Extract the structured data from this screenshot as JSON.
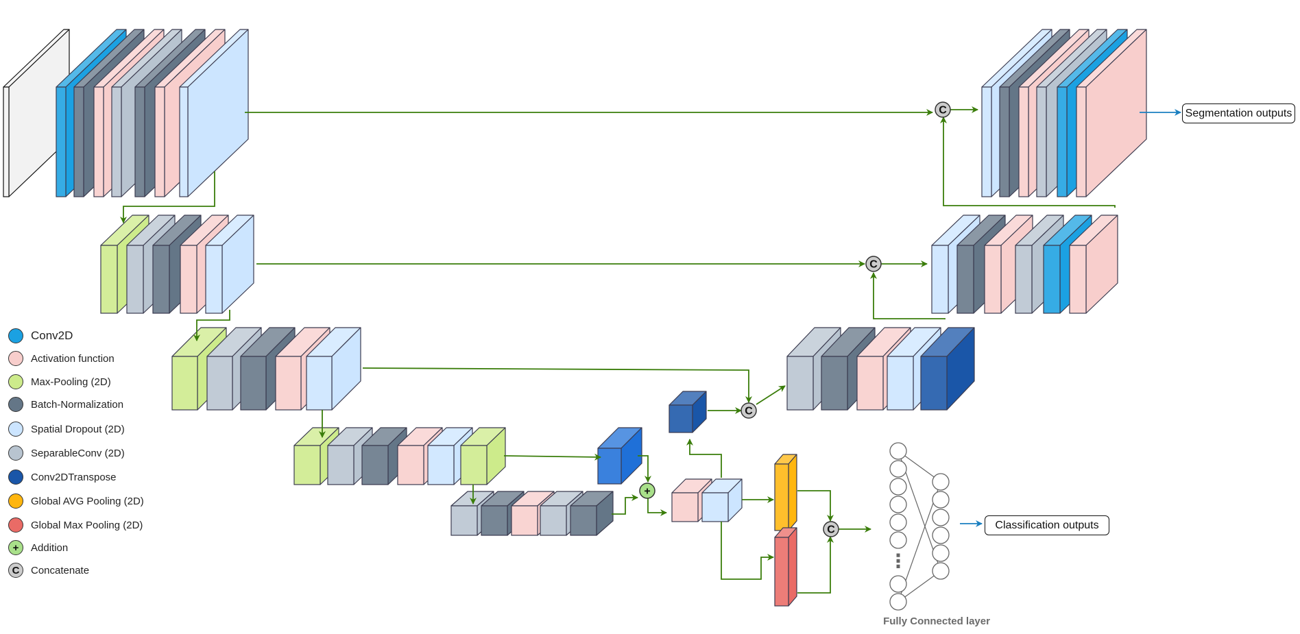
{
  "colors": {
    "conv2d": "#1ba1e2",
    "activation": "#f8cecc",
    "maxpool": "#cdeb8b",
    "batchnorm": "#647687",
    "dropout": "#cce5ff",
    "sepconv": "#b8c4d0",
    "conv2dtranspose": "#1a56a8",
    "avgpool": "#ffb60f",
    "maxpool_global": "#ea6b66",
    "addition": "#a9e08a",
    "concatenate": "#cccccc",
    "arrow_green": "#3a7d0a",
    "arrow_blue": "#1a7fc0"
  },
  "legend": [
    {
      "key": "conv2d",
      "label": "Conv2D",
      "big": true
    },
    {
      "key": "activation",
      "label": "Activation function"
    },
    {
      "key": "maxpool",
      "label": "Max-Pooling (2D)"
    },
    {
      "key": "batchnorm",
      "label": "Batch-Normalization"
    },
    {
      "key": "dropout",
      "label": "Spatial Dropout (2D)"
    },
    {
      "key": "sepconv",
      "label": "SeparableConv (2D)"
    },
    {
      "key": "conv2dtranspose",
      "label": "Conv2DTranspose"
    },
    {
      "key": "avgpool",
      "label": "Global AVG Pooling (2D)"
    },
    {
      "key": "maxpool_global",
      "label": "Global Max Pooling (2D)"
    },
    {
      "key": "addition",
      "label": "Addition",
      "symbol": "+"
    },
    {
      "key": "concatenate",
      "label": "Concatenate",
      "symbol": "C"
    }
  ],
  "outputs": {
    "segmentation": "Segmentation outputs",
    "classification": "Classification outputs"
  },
  "fc_label": "Fully Connected layer",
  "concat_symbol": "C",
  "add_symbol": "+",
  "ellipsis": "⋮"
}
